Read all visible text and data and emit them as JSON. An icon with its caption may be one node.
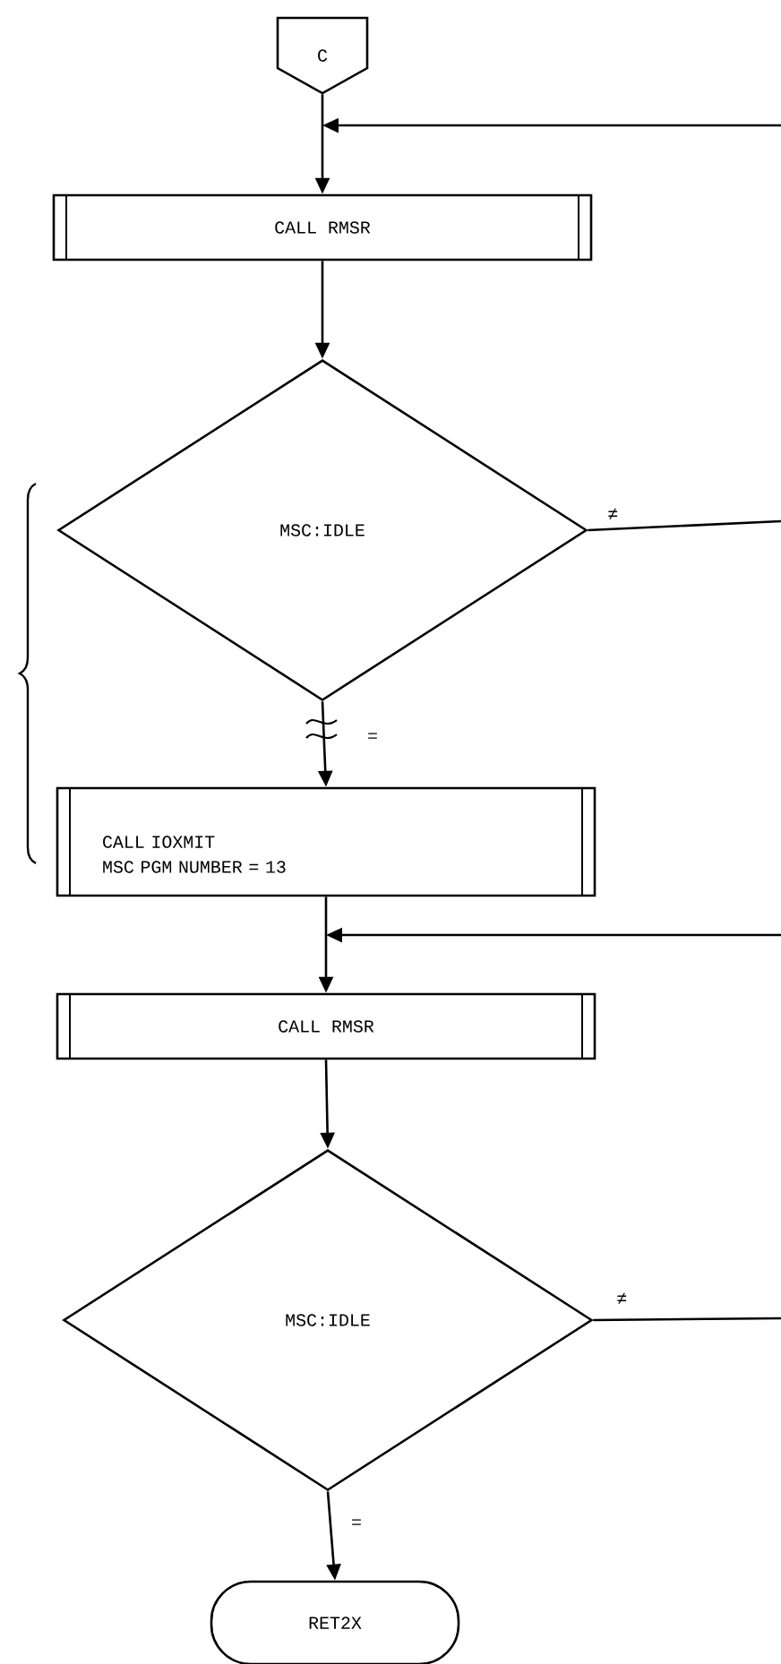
{
  "diagram": {
    "nodes": [
      {
        "text": [
          "C"
        ]
      },
      {
        "text": [
          "CALL RMSR"
        ]
      },
      {
        "text": [
          "MSC:IDLE"
        ]
      },
      {
        "text": [
          "CALL IOXMIT",
          "MSC PGM NUMBER = 13"
        ]
      },
      {
        "text": [
          "CALL RMSR"
        ]
      },
      {
        "text": [
          "MSC:IDLE"
        ]
      },
      {
        "text": [
          "RET2X"
        ]
      }
    ],
    "edges": [
      {
        "from": 0,
        "to": 1,
        "arrow": "to"
      },
      {
        "from": null,
        "to": 1,
        "arrow": "to"
      },
      {
        "from": 1,
        "to": 2,
        "arrow": "to"
      },
      {
        "from": 2,
        "to": null,
        "arrow": "none",
        "label": "≠"
      },
      {
        "from": 2,
        "to": 3,
        "arrow": "to",
        "label": "="
      },
      {
        "from": 3,
        "to": 4,
        "arrow": "to"
      },
      {
        "from": null,
        "to": 4,
        "arrow": "to"
      },
      {
        "from": 4,
        "to": 5,
        "arrow": "to"
      },
      {
        "from": 5,
        "to": null,
        "arrow": "none",
        "label": "≠"
      },
      {
        "from": 5,
        "to": 6,
        "arrow": "to",
        "label": "="
      }
    ]
  }
}
